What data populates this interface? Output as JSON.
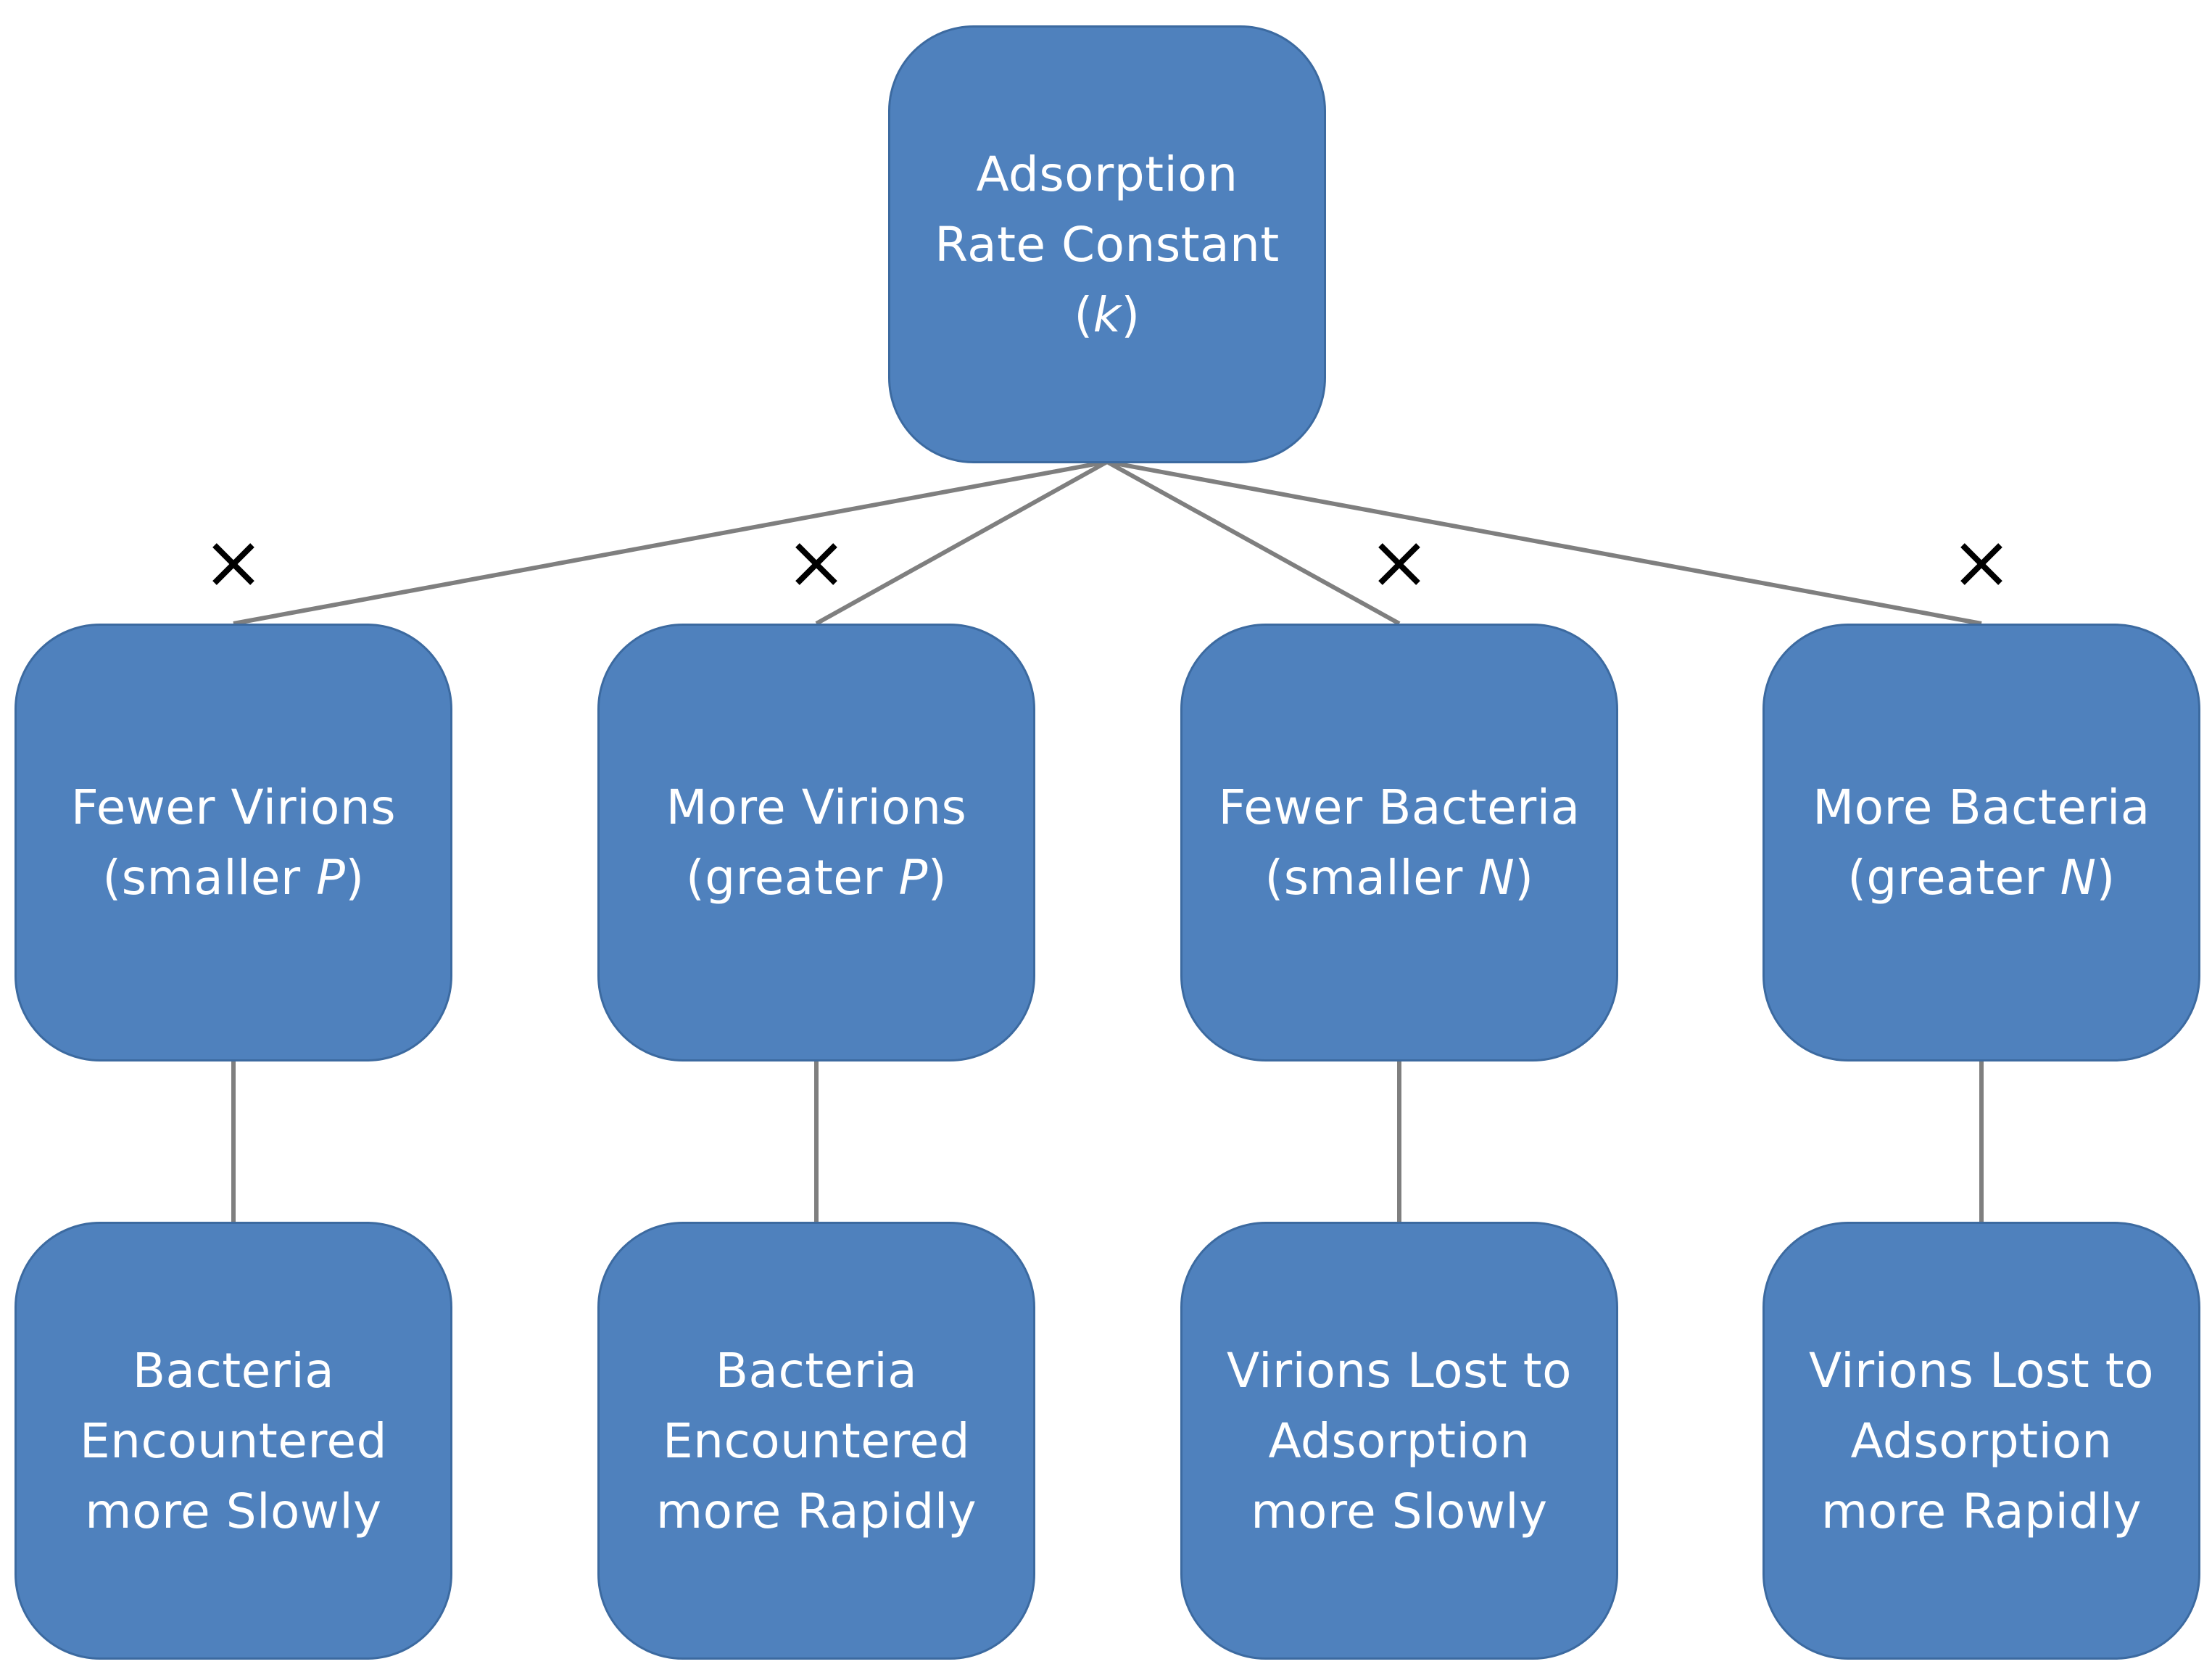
{
  "diagram": {
    "root": {
      "line1": "Adsorption",
      "line2": "Rate Constant",
      "line3_open": "(",
      "line3_var": "k",
      "line3_close": ")"
    },
    "conditions": [
      {
        "line1": "Fewer Virions",
        "line2_pre": "(smaller ",
        "line2_var": "P",
        "line2_post": ")"
      },
      {
        "line1": "More Virions",
        "line2_pre": "(greater ",
        "line2_var": "P",
        "line2_post": ")"
      },
      {
        "line1": "Fewer Bacteria",
        "line2_pre": "(smaller ",
        "line2_var": "N",
        "line2_post": ")"
      },
      {
        "line1": "More Bacteria",
        "line2_pre": "(greater ",
        "line2_var": "N",
        "line2_post": ")"
      }
    ],
    "outcomes": [
      {
        "line1": "Bacteria",
        "line2": "Encountered",
        "line3": "more Slowly"
      },
      {
        "line1": "Bacteria",
        "line2": "Encountered",
        "line3": "more Rapidly"
      },
      {
        "line1": "Virions Lost to",
        "line2": "Adsorption",
        "line3": "more Slowly"
      },
      {
        "line1": "Virions Lost to",
        "line2": "Adsorption",
        "line3": "more Rapidly"
      }
    ],
    "multiply_symbol": "×",
    "colors": {
      "box_fill": "#4f81bd",
      "box_border": "#3c6aa0",
      "connector": "#7f7f7f",
      "text": "#ffffff",
      "mark": "#000000"
    }
  }
}
